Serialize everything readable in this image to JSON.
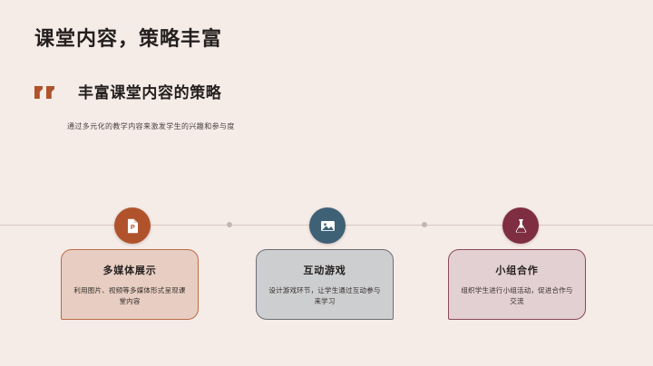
{
  "slide": {
    "background_color": "#f5ebe7",
    "title": "课堂内容，策略丰富",
    "section": {
      "quote_icon": "quote-mark-icon",
      "heading": "丰富课堂内容的策略",
      "subtitle": "通过多元化的教学内容来激发学生的兴趣和参与度",
      "quote_color": "#b0532c"
    },
    "timeline": {
      "line_color": "#d9c8c2",
      "dot_color": "#c3b6b2",
      "dots": 2
    },
    "cards": [
      {
        "icon": "powerpoint-file-icon",
        "icon_circle_color": "#b0532c",
        "title": "多媒体展示",
        "description": "利用图片、视频等多媒体形式呈现课堂内容",
        "background_color": "#e8cec2",
        "border_color": "#bb6b45"
      },
      {
        "icon": "image-photo-icon",
        "icon_circle_color": "#3e6176",
        "title": "互动游戏",
        "description": "设计游戏环节，让学生通过互动参与来学习",
        "background_color": "#cdced0",
        "border_color": "#6b6e74"
      },
      {
        "icon": "flask-beaker-icon",
        "icon_circle_color": "#7e2e40",
        "title": "小组合作",
        "description": "组织学生进行小组活动，促进合作与交流",
        "background_color": "#e3d0d2",
        "border_color": "#8a4759"
      }
    ]
  }
}
